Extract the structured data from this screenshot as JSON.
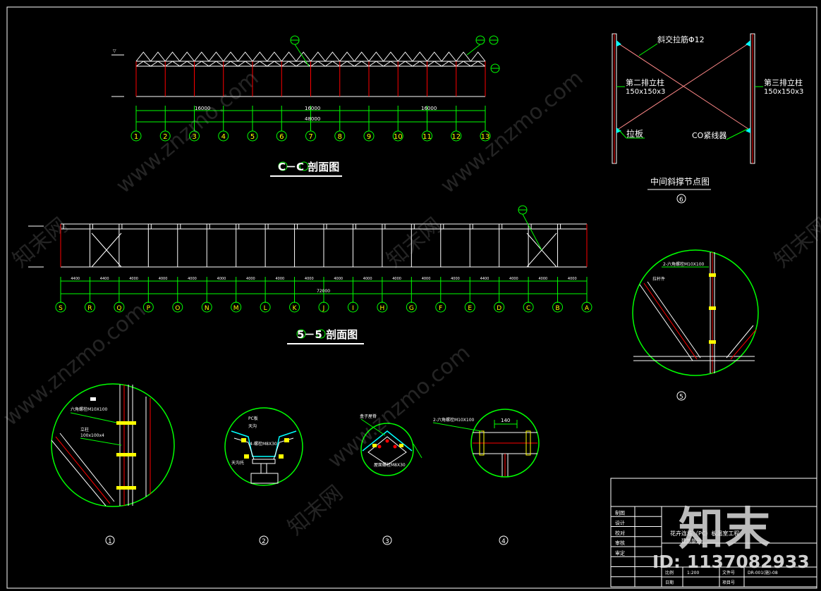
{
  "section_cc": {
    "title": "C－C 剖面图",
    "dims": [
      "16000",
      "16000",
      "16000"
    ],
    "total": "48000",
    "axes": [
      "1",
      "2",
      "3",
      "4",
      "5",
      "6",
      "7",
      "8",
      "9",
      "10",
      "11",
      "12",
      "13"
    ]
  },
  "section_55": {
    "title": "5－5 剖面图",
    "dims": [
      "4400",
      "4400",
      "4000",
      "4000",
      "4000",
      "4000",
      "4000",
      "4000",
      "4000",
      "4000",
      "4000",
      "4000",
      "4000",
      "4000",
      "4400",
      "4000",
      "4000",
      "4000"
    ],
    "total": "72000",
    "axes": [
      "S",
      "R",
      "Q",
      "P",
      "O",
      "N",
      "M",
      "L",
      "K",
      "J",
      "I",
      "H",
      "G",
      "F",
      "E",
      "D",
      "C",
      "B",
      "A"
    ]
  },
  "brace_node": {
    "title": "中间斜撑节点图",
    "number": "6",
    "labels": {
      "cross": "斜交拉筋Φ12",
      "col2": "第二排立柱",
      "col2_size": "150x150x3",
      "col3": "第三排立柱",
      "col3_size": "150x150x3",
      "plate": "拉板",
      "tensioner": "CO紧线器"
    }
  },
  "detail_labels": {
    "d1_bolt": "六角螺栓M10X100",
    "d1_col": "立柱",
    "d1_col_size": "100x100x4",
    "d2_pc": "PC板",
    "d2_gutter": "天沟",
    "d2_bolt": "4-螺栓M8X30",
    "d2_beam": "天沟托",
    "d3_cover": "盒子屋脊",
    "d3_bolt": "屋面螺栓M8X30",
    "d4_bolt": "2-六角螺栓M10X100",
    "d4_dim": "140",
    "d5_bolt": "2-六角螺栓M10X100",
    "d5_rod": "拉杆件"
  },
  "detail_numbers": [
    "1",
    "2",
    "3",
    "4",
    "5"
  ],
  "title_block": {
    "rows": [
      "制图",
      "设计",
      "校对",
      "审核",
      "审定"
    ],
    "project": "花卉连栋（PC）板温室工程",
    "drawing": "建筑部分",
    "scale_label": "比例",
    "scale": "1:200",
    "date_label": "日期",
    "doc_label": "文件号",
    "item_label": "项目号",
    "doc_no": "DR-001(施)-08"
  },
  "watermark": {
    "text": "www.znzmo.com",
    "brand": "知末网",
    "logo": "知末",
    "id": "ID: 1137082933"
  }
}
